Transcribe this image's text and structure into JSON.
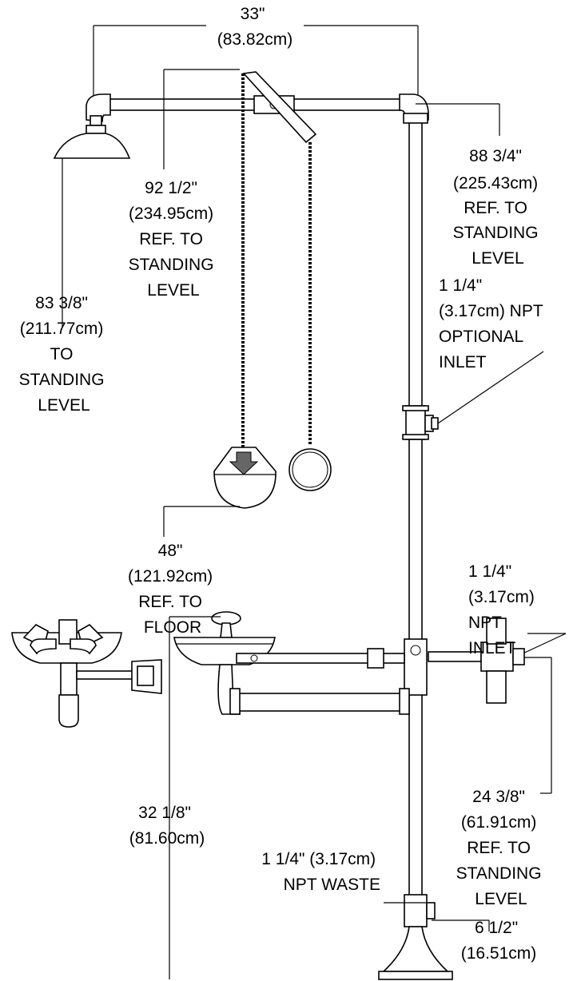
{
  "dimensions": {
    "width_total": {
      "lines": [
        "33\"",
        "(83.82cm)"
      ]
    },
    "head_height": {
      "lines": [
        "92 1/2\"",
        "(234.95cm)",
        "REF. TO",
        "STANDING",
        "LEVEL"
      ]
    },
    "pipe_top_height": {
      "lines": [
        "88 3/4\"",
        "(225.43cm)",
        "REF. TO",
        "STANDING",
        "LEVEL"
      ]
    },
    "optional_inlet": {
      "lines": [
        "1 1/4\"",
        "(3.17cm) NPT",
        "OPTIONAL",
        "INLET"
      ]
    },
    "shower_height": {
      "lines": [
        "83 3/8\"",
        "(211.77cm)",
        "TO",
        "STANDING",
        "LEVEL"
      ]
    },
    "pull_handle_height": {
      "lines": [
        "48\"",
        "(121.92cm)",
        "REF. TO",
        "FLOOR"
      ]
    },
    "npt_inlet": {
      "lines": [
        "1 1/4\"",
        "(3.17cm)",
        "NPT",
        "INLET"
      ]
    },
    "bowl_height": {
      "lines": [
        "32 1/8\"",
        "(81.60cm)"
      ]
    },
    "inlet_height": {
      "lines": [
        "24 3/8\"",
        "(61.91cm)",
        "REF. TO",
        "STANDING",
        "LEVEL"
      ]
    },
    "waste": {
      "lines": [
        "1 1/4\" (3.17cm)",
        "NPT WASTE"
      ]
    },
    "waste_height": {
      "lines": [
        "6 1/2\"",
        "(16.51cm)"
      ]
    }
  }
}
